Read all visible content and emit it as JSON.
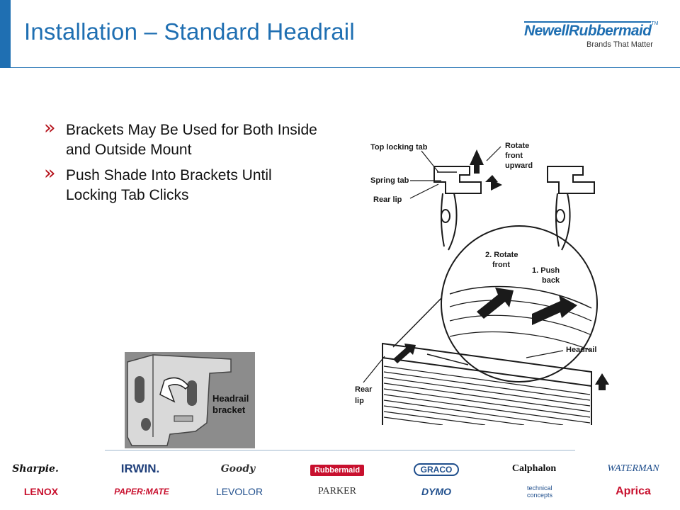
{
  "slide": {
    "title": "Installation – Standard Headrail"
  },
  "logo": {
    "name": "NewellRubbermaid",
    "trademark": "TM",
    "tagline": "Brands That Matter"
  },
  "bullets": [
    {
      "marker": "»",
      "text": "Brackets May Be Used for Both Inside and Outside Mount"
    },
    {
      "marker": "»",
      "text": "Push Shade Into Brackets Until Locking Tab Clicks"
    }
  ],
  "diagram": {
    "top_locking_tab": "Top locking tab",
    "rotate_front_upward_1": "Rotate",
    "rotate_front_upward_2": "front",
    "rotate_front_upward_3": "upward",
    "spring_tab": "Spring tab",
    "rear_lip_top": "Rear lip",
    "rotate_front_1": "2. Rotate",
    "rotate_front_2": "front",
    "push_back_1": "1. Push",
    "push_back_2": "back",
    "headrail": "Headrail",
    "rear_lip_bottom_1": "Rear",
    "rear_lip_bottom_2": "lip"
  },
  "photo": {
    "label_1": "Headrail",
    "label_2": "bracket"
  },
  "brands": [
    {
      "name": "Sharpie.",
      "color": "#111111",
      "style": "b-script"
    },
    {
      "name": "IRWIN.",
      "color": "#1f3f7a",
      "style": "b-bold"
    },
    {
      "name": "Goody",
      "color": "#333333",
      "style": "b-script"
    },
    {
      "name": "Rubbermaid",
      "color": "#ffffff",
      "style": "b-boxed"
    },
    {
      "name": "GRACO",
      "color": "#1f4e8c",
      "style": "b-oval"
    },
    {
      "name": "Calphalon",
      "color": "#111111",
      "style": "b-serif b-bold"
    },
    {
      "name": "WATERMAN",
      "color": "#1f4e8c",
      "style": "b-serif"
    },
    {
      "name": "LENOX",
      "color": "#c8102e",
      "style": "b-bold"
    },
    {
      "name": "PAPER:MATE",
      "color": "#c8102e",
      "style": "b-bold"
    },
    {
      "name": "LEVOLOR",
      "color": "#1f4e8c",
      "style": ""
    },
    {
      "name": "PARKER",
      "color": "#333333",
      "style": "b-serif"
    },
    {
      "name": "DYMO",
      "color": "#1f4e8c",
      "style": "b-bold"
    },
    {
      "name": "technical concepts",
      "color": "#1f4e8c",
      "style": ""
    },
    {
      "name": "Aprica",
      "color": "#c8102e",
      "style": "b-bold"
    }
  ]
}
